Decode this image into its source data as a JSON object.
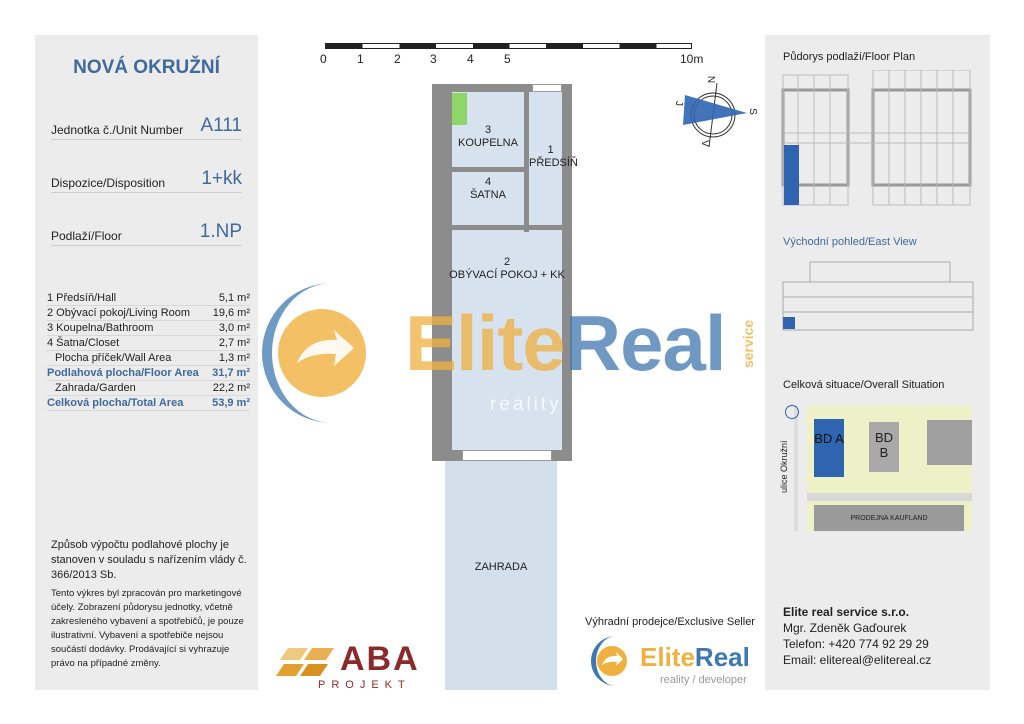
{
  "project_title": "NOVÁ OKRUŽNÍ",
  "unit": {
    "label": "Jednotka č./Unit Number",
    "value": "A111"
  },
  "disposition": {
    "label": "Dispozice/Disposition",
    "value": "1+kk"
  },
  "floor": {
    "label": "Podlaží/Floor",
    "value": "1.NP"
  },
  "areas": [
    {
      "name": "1 Předsíň/Hall",
      "value": "5,1 m²"
    },
    {
      "name": "2 Obývací pokoj/Living Room",
      "value": "19,6 m²"
    },
    {
      "name": "3 Koupelna/Bathroom",
      "value": "3,0 m²"
    },
    {
      "name": "4 Šatna/Closet",
      "value": "2,7 m²"
    },
    {
      "name": "Plocha příček/Wall Area",
      "value": "1,3 m²"
    },
    {
      "name": "Podlahová plocha/Floor Area",
      "value": "31,7 m²"
    },
    {
      "name": "Zahrada/Garden",
      "value": "22,2 m²"
    },
    {
      "name": "Celková plocha/Total Area",
      "value": "53,9 m²"
    }
  ],
  "note_legal": "Způsob výpočtu podlahové plochy je stanoven v souladu s nařízením vlády č.  366/2013 Sb.",
  "note_disclaimer": "Tento výkres byl zpracován pro marketingové účely. Zobrazení půdorysu jednotky, včetně zakresleného vybavení a spotřebičů, je pouze ilustrativní. Vybavení a spotřebiče nejsou součástí dodávky. Prodávající si vyhrazuje právo na případné změny.",
  "scale": {
    "ticks": [
      "0",
      "1",
      "2",
      "3",
      "4",
      "5"
    ],
    "end": "10m"
  },
  "compass": {
    "n": "N",
    "s": "S",
    "e": "V",
    "w": "J"
  },
  "rooms": {
    "bath_num": "3",
    "bath": "KOUPELNA",
    "hall_num": "1",
    "hall": "PŘEDSÍŇ",
    "closet_num": "4",
    "closet": "ŠATNA",
    "living_num": "2",
    "living": "OBÝVACÍ POKOJ + KK",
    "garden": "ZAHRADA"
  },
  "watermark": {
    "brand_a": "Elite",
    "brand_b": "Real",
    "sub": "reality",
    "side": "service"
  },
  "right": {
    "floor_plan_title": "Půdorys podlaží/Floor Plan",
    "east_view_title": "Východní pohled/East View",
    "situation_title": "Celková situace/Overall Situation",
    "street": "ulice Okružní",
    "bd_a": "BD A",
    "bd_b": "BD B",
    "store": "PRODEJNA KAUFLAND"
  },
  "seller": {
    "label": "Výhradní prodejce/Exclusive Seller",
    "logo_a": "Elite",
    "logo_b": "Real",
    "logo_sub": "reality / developer"
  },
  "aba": {
    "name": "ABA",
    "sub": "PROJEKT"
  },
  "contact": {
    "company": "Elite real service s.r.o.",
    "person": "Mgr. Zdeněk Gaďourek",
    "phone": "Telefon: +420 774 92 29 29",
    "email": "Email: elitereal@elitereal.cz"
  },
  "colors": {
    "accent": "#3f6a9c",
    "panel": "#ececec",
    "orange": "#e9a93a",
    "blue": "#2f64b0"
  }
}
